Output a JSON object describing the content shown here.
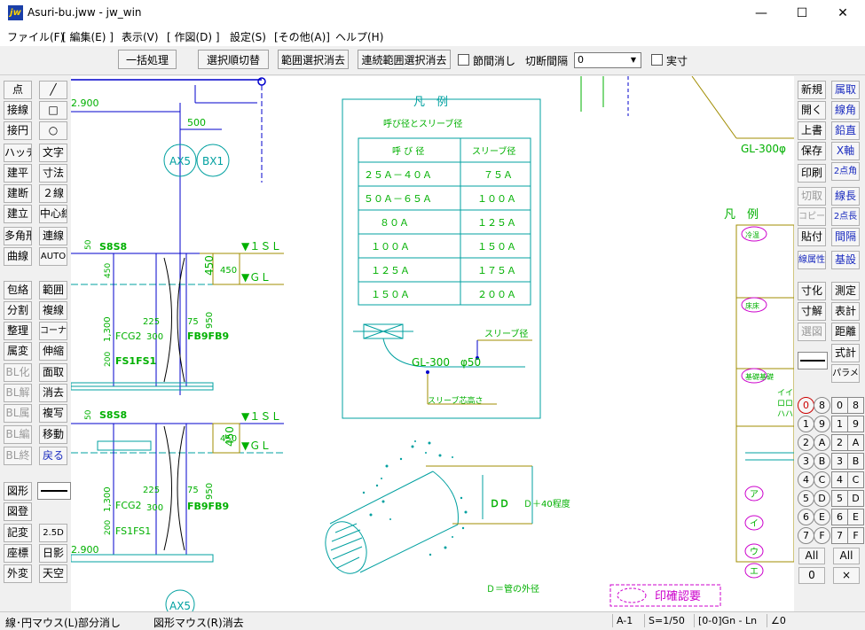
{
  "window": {
    "title": "Asuri-bu.jww - jw_win",
    "icon_label": "jw"
  },
  "menu": [
    "ファイル(F)",
    "[ 編集(E) ]",
    "表示(V)",
    "[ 作図(D) ]",
    "設定(S)",
    "[その他(A)]",
    "ヘルプ(H)"
  ],
  "toolbar": {
    "batch": "一括処理",
    "select_switch": "選択順切替",
    "range_clear": "範囲選択消去",
    "continuous_clear": "連続範囲選択消去",
    "section_erase": "節間消し",
    "cut_interval_label": "切断間隔",
    "cut_interval_value": "0",
    "actual_size": "実寸"
  },
  "left_buttons": {
    "col1": [
      "点",
      "接線",
      "接円",
      "ハッチ",
      "建平",
      "建断",
      "建立",
      "多角形",
      "曲線",
      "包絡",
      "分割",
      "整理",
      "属変",
      "BL化",
      "BL解",
      "BL属",
      "BL編",
      "BL終",
      "図形",
      "図登",
      "記変",
      "座標",
      "外変"
    ],
    "col2": [
      "文字",
      "寸法",
      "２線",
      "中心線",
      "連線",
      "AUTO",
      "範囲",
      "複線",
      "コーナー",
      "伸縮",
      "面取",
      "消去",
      "複写",
      "移動",
      "戻る",
      "2.5D",
      "日影",
      "天空"
    ]
  },
  "right_buttons": {
    "col1": [
      "新規",
      "開く",
      "上書",
      "保存",
      "印刷",
      "切取",
      "コピー",
      "貼付",
      "線属性",
      "寸化",
      "寸解",
      "選図"
    ],
    "col2": [
      "属取",
      "線角",
      "鉛直",
      "X軸",
      "2点角",
      "線長",
      "2点長",
      "間隔",
      "基設",
      "測定",
      "表計",
      "距離",
      "式計",
      "パラメ"
    ],
    "layer_left": [
      "0",
      "1",
      "2",
      "3",
      "4",
      "5",
      "6",
      "7"
    ],
    "layer_mid": [
      "8",
      "9",
      "A",
      "B",
      "C",
      "D",
      "E",
      "F"
    ],
    "layer_right": [
      "0",
      "1",
      "2",
      "3",
      "4",
      "5",
      "6",
      "7"
    ],
    "layer_right2": [
      "8",
      "9",
      "A",
      "B",
      "C",
      "D",
      "E",
      "F"
    ],
    "all1": "All",
    "all2": "All",
    "zero": "0",
    "close": "×"
  },
  "drawing": {
    "dims_top": [
      "2.900",
      "500"
    ],
    "ax_labels": [
      "AX5",
      "BX1",
      "AX5"
    ],
    "s8": "S8S8",
    "sl": "▼１ＳＬ",
    "gl": "▼ＧＬ",
    "dim_values": [
      "50",
      "450",
      "450",
      "225",
      "75",
      "1,300",
      "300",
      "950",
      "200"
    ],
    "fcg2": "FCG2",
    "fb9": "FB9FB9",
    "fs1": "FS1FS1",
    "bottom_dim": "2.900",
    "legend_title": "凡　例",
    "legend_subtitle": "呼び径とスリーブ径",
    "table_headers": [
      "呼 び 径",
      "スリーブ径"
    ],
    "table_rows": [
      [
        "２５Ａ－４０Ａ",
        "７５Ａ"
      ],
      [
        "５０Ａ－６５Ａ",
        "１００Ａ"
      ],
      [
        "８０Ａ",
        "１２５Ａ"
      ],
      [
        "１００Ａ",
        "１５０Ａ"
      ],
      [
        "１２５Ａ",
        "１７５Ａ"
      ],
      [
        "１５０Ａ",
        "２００Ａ"
      ]
    ],
    "sleeve_label": "スリーブ径",
    "gl_note": "GL-300　φ50",
    "sleeve_center": "スリーブ芯高さ",
    "dd": "ＤＤ",
    "d_plus": "Ｄ＋40程度",
    "d_note": "Ｄ＝管の外径",
    "stamp": "印確認要",
    "gl300": "GL-300φ",
    "legend2_title": "凡　例",
    "legend2_items": [
      "冷温",
      "床床",
      "基礎基礎",
      "ア",
      "イ",
      "ウ",
      "エ"
    ],
    "legend2_sub": [
      "イイ",
      "ロロ",
      "ハハ"
    ],
    "colors": {
      "green": "#00b000",
      "cyan": "#00a0a0",
      "blue": "#0000cc",
      "magenta": "#cc00cc",
      "olive": "#a08c00"
    }
  },
  "status": {
    "left": "線･円マウス(L)部分消し",
    "mid": "図形マウス(R)消去",
    "layer": "A-1",
    "scale": "S=1/50",
    "group": "[0-0]Gn - Ln",
    "angle": "∠0"
  }
}
